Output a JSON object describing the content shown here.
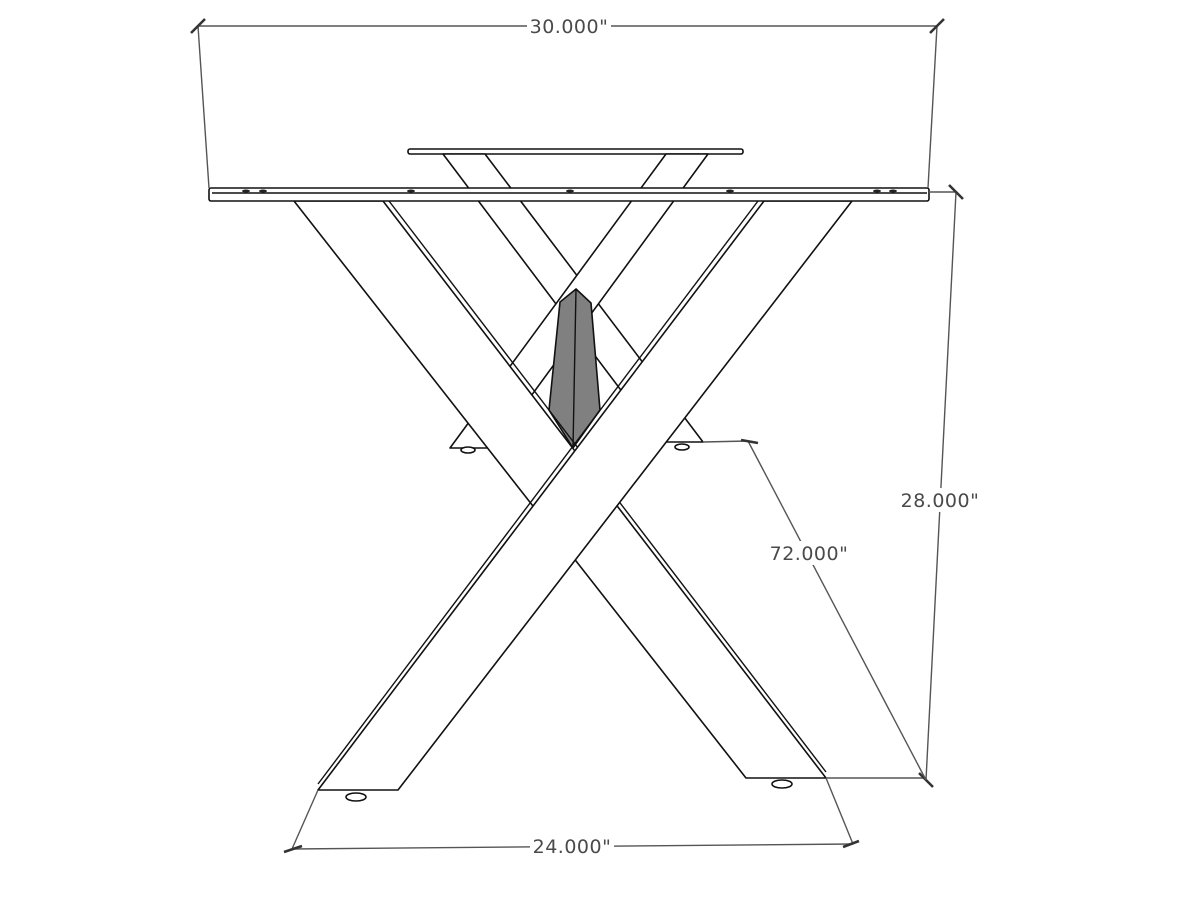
{
  "dimensions": {
    "top_width": "30.000\"",
    "height": "28.000\"",
    "length": "72.000\"",
    "foot_width": "24.000\""
  },
  "colors": {
    "line": "#111111",
    "dimension": "#555555",
    "shade": "#808080",
    "background": "#ffffff"
  }
}
